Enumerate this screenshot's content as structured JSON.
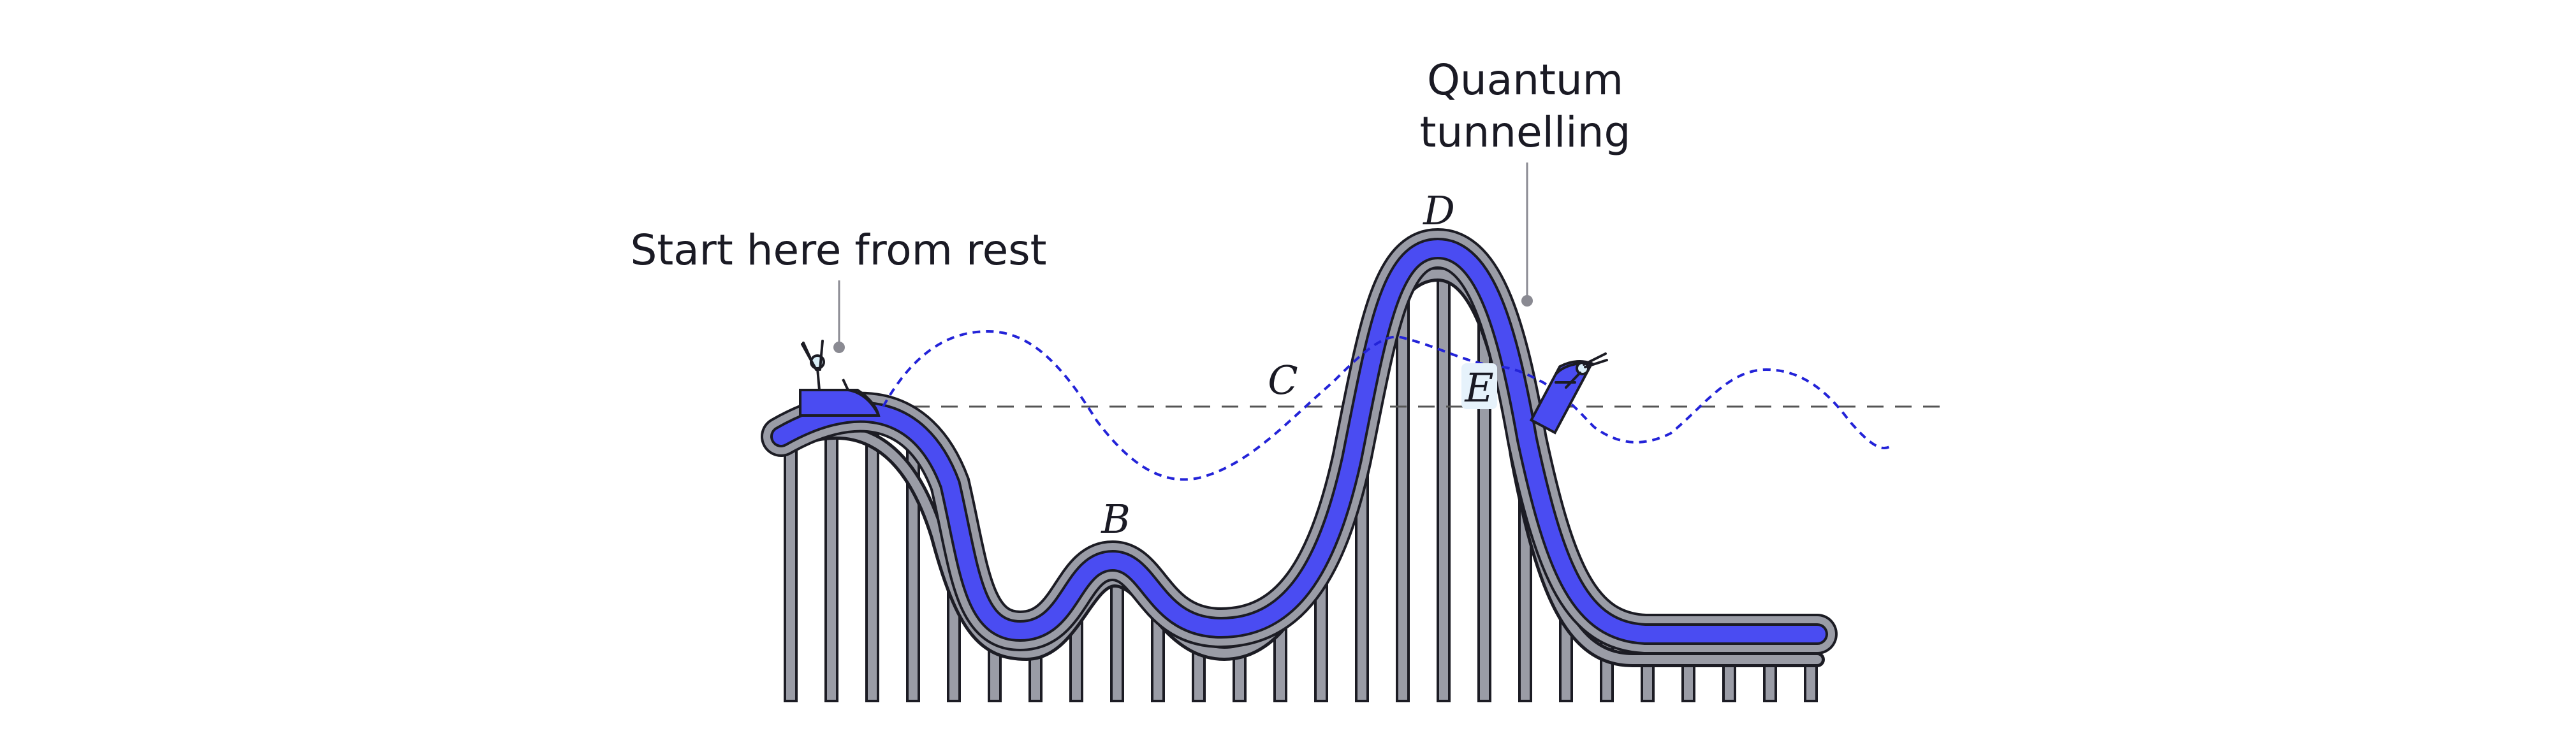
{
  "labels": {
    "start": "Start here from rest",
    "quantum_line1": "Quantum",
    "quantum_line2": "tunnelling"
  },
  "points": {
    "b": "B",
    "c": "C",
    "d": "D",
    "e": "E"
  },
  "colors": {
    "track_blue": "#4a4cf2",
    "track_grey": "#9a9ca6",
    "outline": "#1c1c24",
    "wave": "#2323d8",
    "dashed_line": "#555555",
    "label_highlight": "#e6f2fb",
    "leader": "#8a8a92"
  },
  "icons": {
    "cart_start": "roller-coaster-cart",
    "cart_tunnelled": "roller-coaster-cart",
    "rider_start": "person-arms-up",
    "rider_tunnelled": "person-arms-up"
  }
}
